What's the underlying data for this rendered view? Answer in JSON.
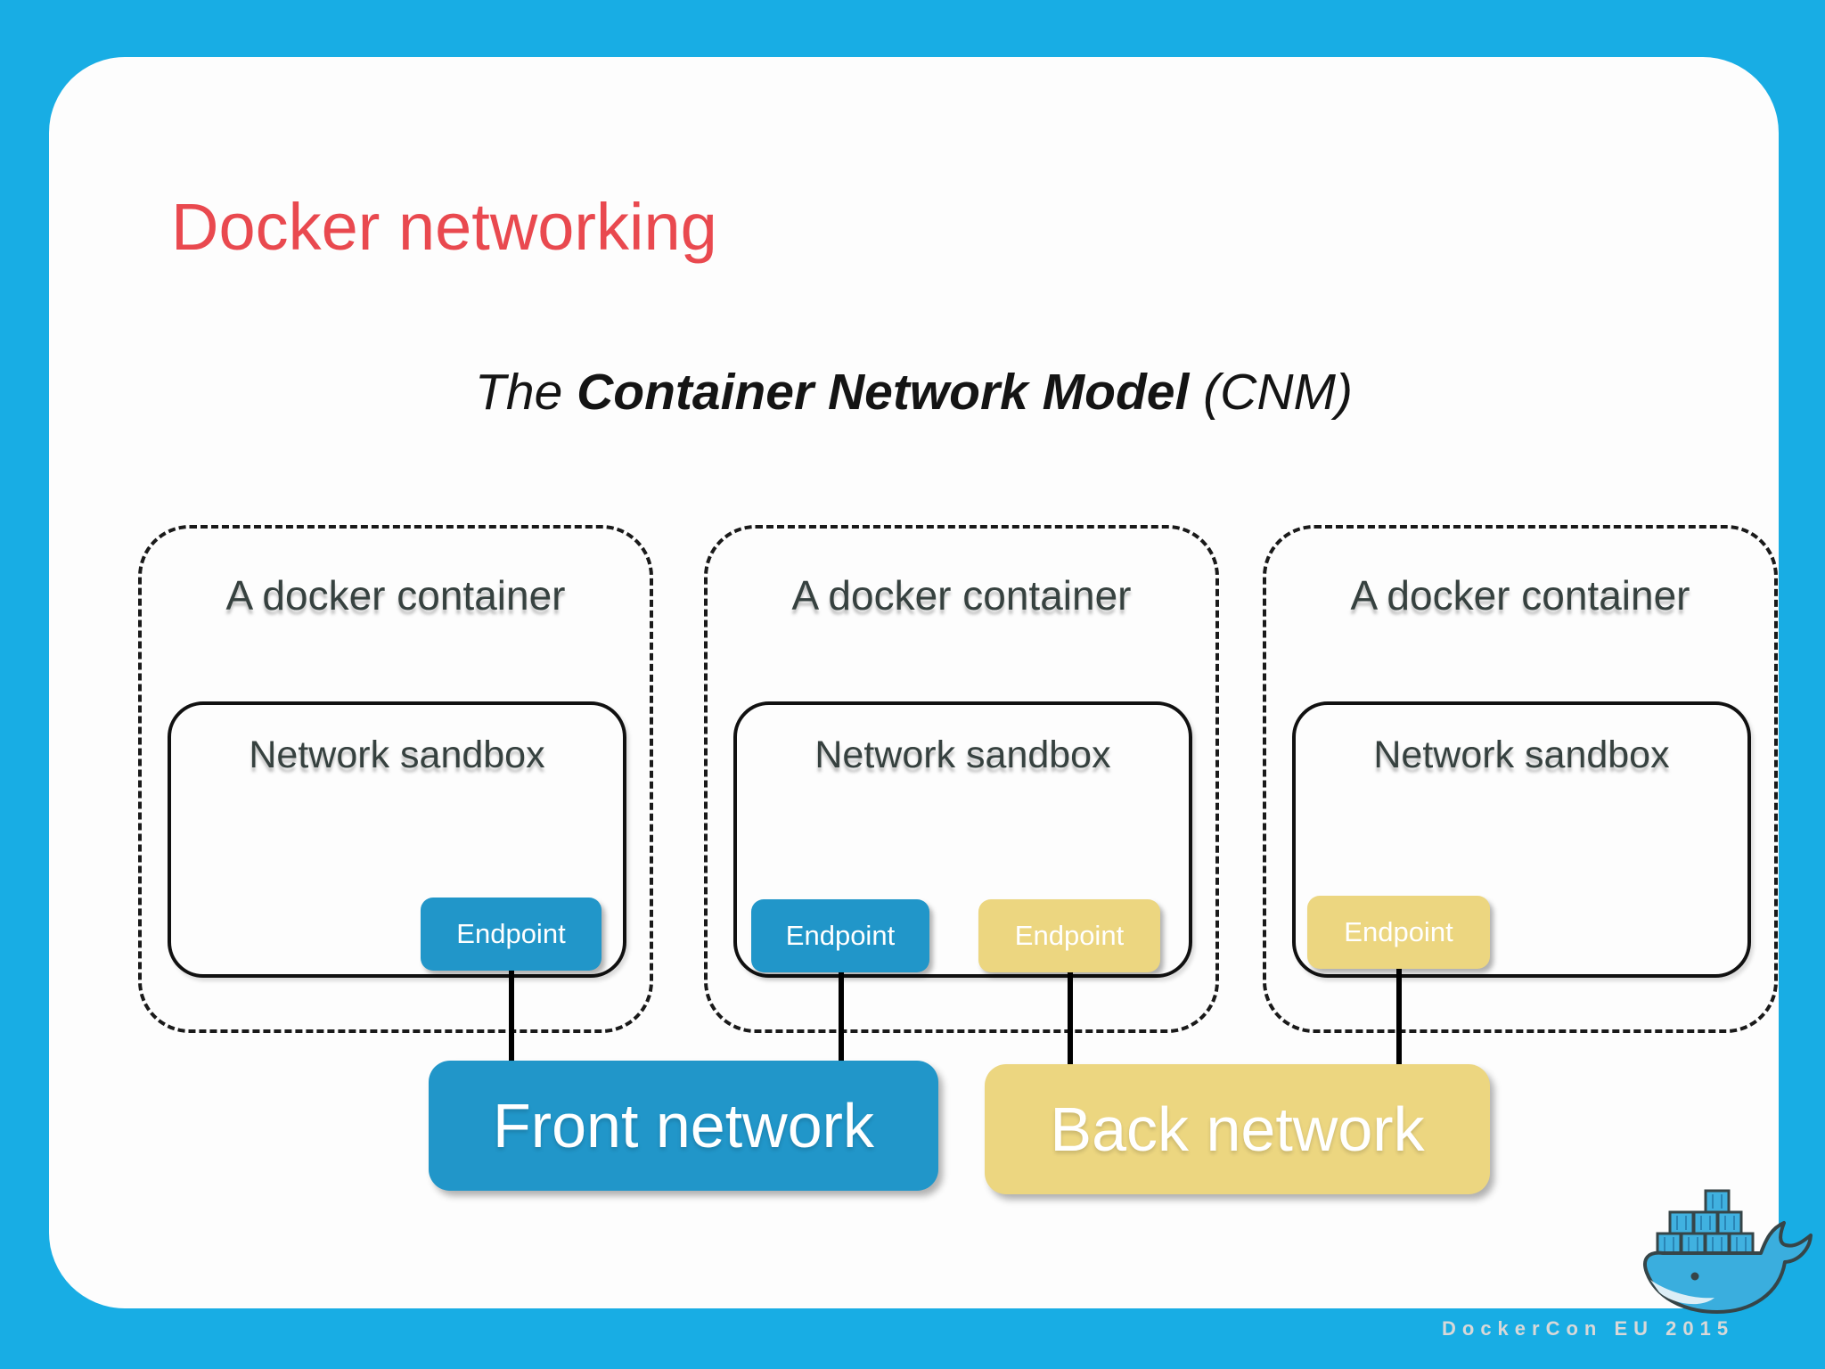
{
  "slide": {
    "title": "Docker networking",
    "subtitle_prefix": "The ",
    "subtitle_emphasis": "Container Network Model",
    "subtitle_suffix": " (CNM)",
    "watermark": "DockerCon EU 2015"
  },
  "containers": [
    {
      "label": "A docker container",
      "sandbox_label": "Network sandbox",
      "endpoints": [
        {
          "label": "Endpoint",
          "network": "front"
        }
      ]
    },
    {
      "label": "A docker container",
      "sandbox_label": "Network sandbox",
      "endpoints": [
        {
          "label": "Endpoint",
          "network": "front"
        },
        {
          "label": "Endpoint",
          "network": "back"
        }
      ]
    },
    {
      "label": "A docker container",
      "sandbox_label": "Network sandbox",
      "endpoints": [
        {
          "label": "Endpoint",
          "network": "back"
        }
      ]
    }
  ],
  "networks": [
    {
      "id": "front",
      "label": "Front network",
      "color": "#2196c9"
    },
    {
      "id": "back",
      "label": "Back network",
      "color": "#ecd680"
    }
  ],
  "colors": {
    "frame_blue": "#18ade4",
    "card_white": "#fdfdfd",
    "title_red": "#e9494f",
    "text_dark": "#36413f",
    "endpoint_blue": "#2196c9",
    "endpoint_yellow": "#ecd680",
    "watermark_gray": "#d8d8d8"
  },
  "icons": {
    "logo": "docker-whale-logo"
  }
}
